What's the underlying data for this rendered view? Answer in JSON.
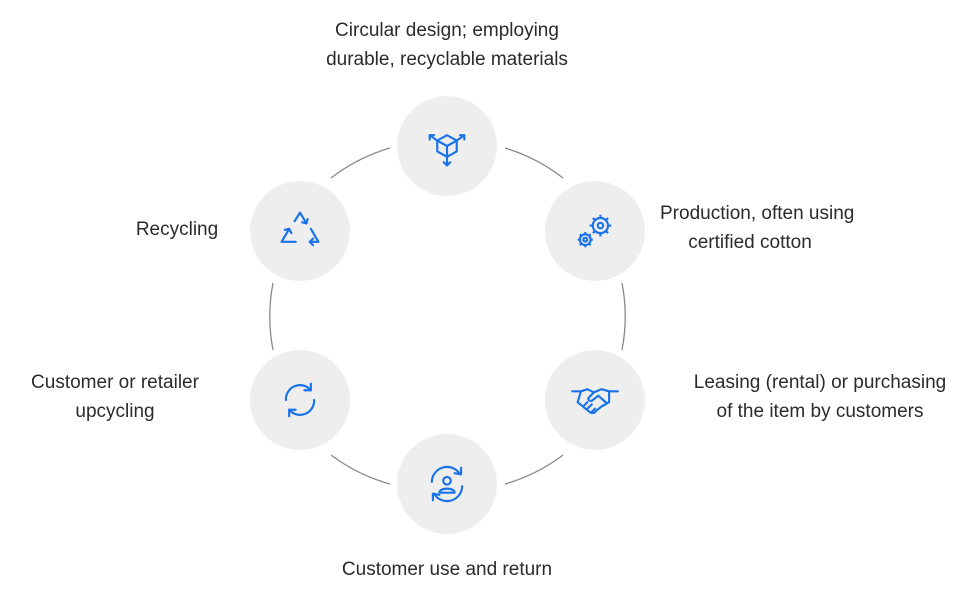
{
  "colors": {
    "accent": "#1a73e8",
    "node_fill": "#eeeeee",
    "ring": "#8a8a8a",
    "text": "#2b2b2b"
  },
  "steps": [
    {
      "id": "design",
      "icon": "cube-arrows-icon",
      "label": [
        "Circular design; employing",
        "durable, recyclable materials"
      ]
    },
    {
      "id": "production",
      "icon": "gears-icon",
      "label": [
        "Production, often using",
        "certified cotton"
      ]
    },
    {
      "id": "leasing",
      "icon": "handshake-icon",
      "label": [
        "Leasing (rental) or purchasing",
        "of the item by customers"
      ]
    },
    {
      "id": "use-return",
      "icon": "user-cycle-icon",
      "label": [
        "Customer use and return"
      ]
    },
    {
      "id": "upcycling",
      "icon": "refresh-arrows-icon",
      "label": [
        "Customer or retailer",
        "upcycling"
      ]
    },
    {
      "id": "recycling",
      "icon": "recycle-icon",
      "label": [
        "Recycling"
      ]
    }
  ]
}
